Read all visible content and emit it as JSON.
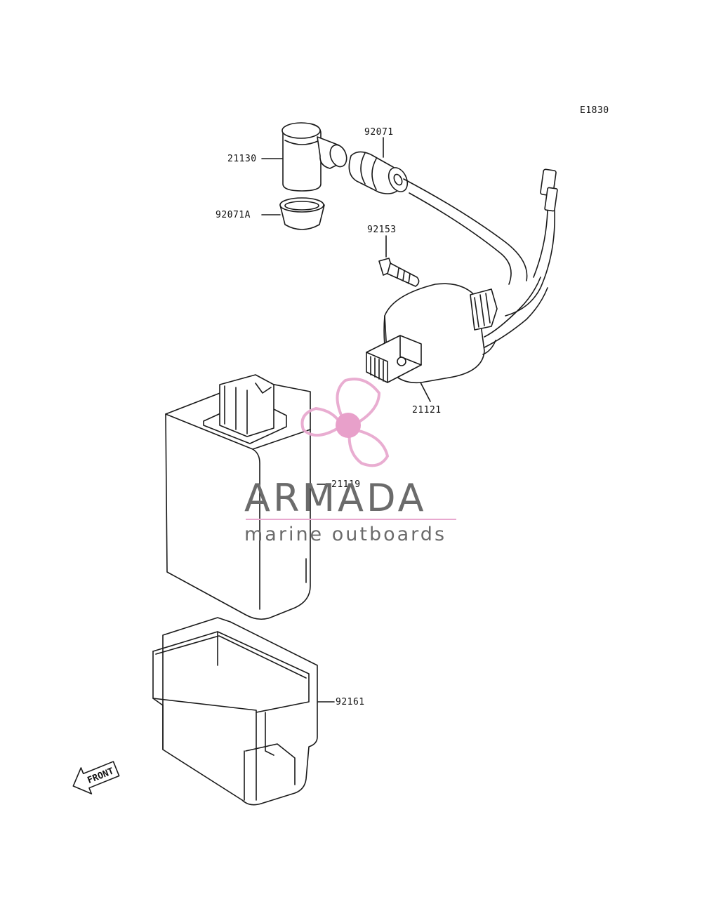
{
  "diagram": {
    "code": "E1830",
    "parts": {
      "p21130": "21130",
      "p92071A": "92071A",
      "p92071": "92071",
      "p92153": "92153",
      "p21121": "21121",
      "p21119": "21119",
      "p92161": "92161"
    },
    "front_label": "FRONT"
  },
  "watermark": {
    "brand": "ARMADA",
    "tagline": "marine outboards",
    "colors": {
      "logo": "#e8a9cf",
      "logo_center": "#e79bc8",
      "text": "#6b6b6b"
    }
  }
}
